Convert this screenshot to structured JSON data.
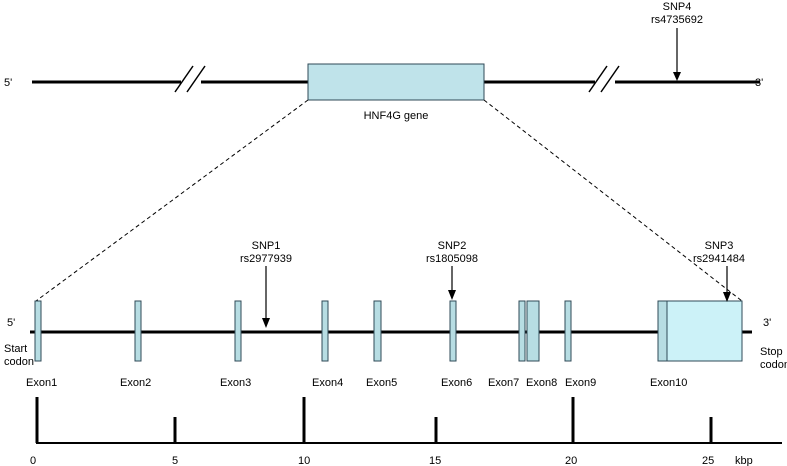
{
  "colors": {
    "line": "#000000",
    "exon_fill": "#b7dde3",
    "exon10_fill": "#ccf2f8",
    "exon_stroke": "#2f4a57",
    "gene_fill": "#bfe3ea"
  },
  "top_strand": {
    "left_label": "5'",
    "right_label": "3'",
    "gene_label": "HNF4G gene"
  },
  "snps": [
    {
      "name": "SNP1",
      "rsid": "rs2977939"
    },
    {
      "name": "SNP2",
      "rsid": "rs1805098"
    },
    {
      "name": "SNP3",
      "rsid": "rs2941484"
    },
    {
      "name": "SNP4",
      "rsid": "rs4735692"
    }
  ],
  "bottom_strand": {
    "left_label": "5'",
    "right_label": "3'",
    "start_label": [
      "Start",
      "codon"
    ],
    "stop_label": [
      "Stop",
      "codon"
    ]
  },
  "exons": [
    "Exon1",
    "Exon2",
    "Exon3",
    "Exon4",
    "Exon5",
    "Exon6",
    "Exon7",
    "Exon8",
    "Exon9",
    "Exon10"
  ],
  "scale": {
    "unit": "kbp",
    "ticks": [
      "0",
      "5",
      "10",
      "15",
      "20",
      "25"
    ]
  }
}
